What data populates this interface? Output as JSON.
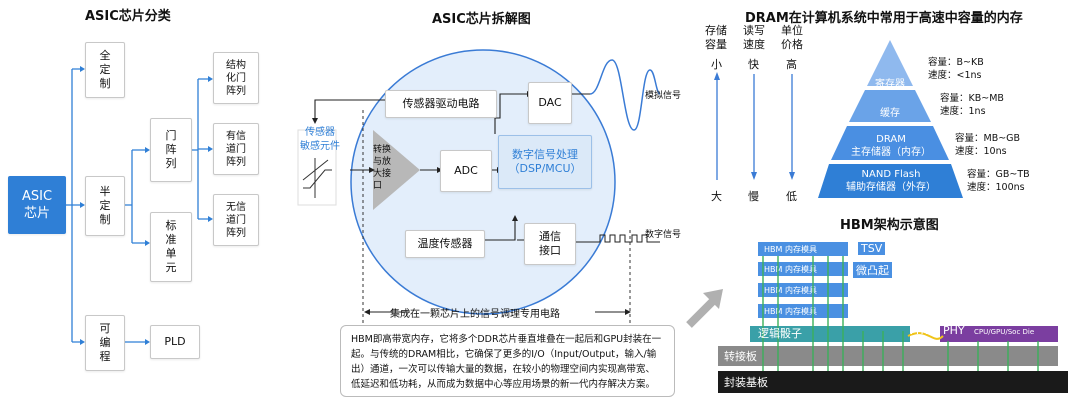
{
  "asic_class": {
    "title": "ASIC芯片分类",
    "root": "ASIC\n芯片",
    "level1": [
      "全\n定\n制",
      "半\n定\n制",
      "可\n编\n程"
    ],
    "level2": [
      "门\n阵\n列",
      "标\n准\n单\n元",
      "PLD"
    ],
    "level3": [
      "结构\n化门\n阵列",
      "有信\n道门\n阵列",
      "无信\n道门\n阵列"
    ]
  },
  "teardown": {
    "title": "ASIC芯片拆解图",
    "sensor": "传感器\n敏感元件",
    "sensor_driver": "传感器驱动电路",
    "amp": "转换\n与放\n大接\n口",
    "adc": "ADC",
    "dac": "DAC",
    "dsp": "数字信号处理\n（DSP/MCU）",
    "temp": "温度传感器",
    "comm": "通信\n接口",
    "analog_out": "模拟信号",
    "digital_out": "数字信号",
    "bottom_label": "集成在一颗芯片上的信号调理专用电路"
  },
  "hbm_note": "HBM即高带宽内存，它将多个DDR芯片垂直堆叠在一起后和GPU封装在一起。与传统的DRAM相比，它确保了更多的I/O（Input/Output，输入/输出）通道，一次可以传输大量的数据，在较小的物理空间内实现高带宽、低延迟和低功耗，从而成为数据中心等应用场景的新一代内存解决方案。",
  "dram": {
    "title": "DRAM在计算机系统中常用于高速中容量的内存",
    "col_heads": [
      "存储\n容量",
      "读写\n速度",
      "单位\n价格"
    ],
    "top_vals": [
      "小",
      "快",
      "高"
    ],
    "bottom_vals": [
      "大",
      "慢",
      "低"
    ],
    "pyramid": [
      "寄存器",
      "缓存",
      "DRAM\n主存储器（内存）",
      "NAND Flash\n辅助存储器（外存）"
    ],
    "specs": [
      "容量：B~KB\n速度：<1ns",
      "容量：KB~MB\n速度：1ns",
      "容量：MB~GB\n速度：10ns",
      "容量：GB~TB\n速度：100ns"
    ]
  },
  "hbm": {
    "title": "HBM架构示意图",
    "module": "HBM 内存模具",
    "tsv": "TSV",
    "bump": "微凸起",
    "logic": "逻辑骰子",
    "phy_left": "PHY",
    "phy_right": "PHY",
    "cpu": "CPU/GPU/Soc Die",
    "interposer": "转接板",
    "substrate": "封装基板"
  }
}
